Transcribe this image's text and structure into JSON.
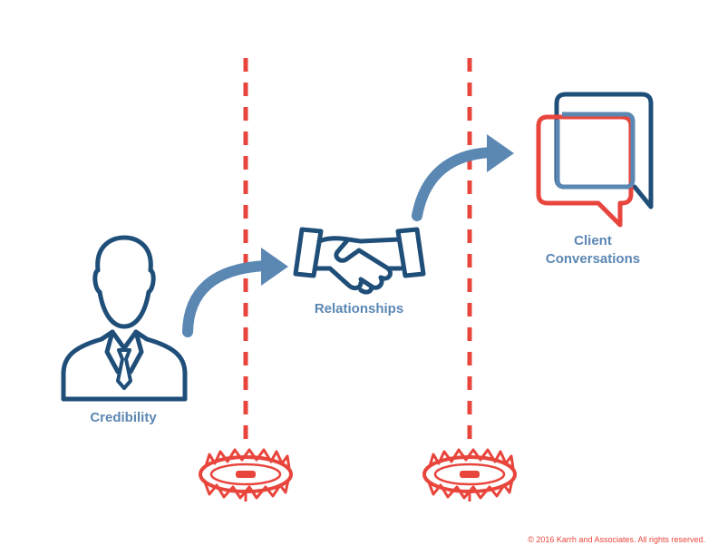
{
  "labels": {
    "credibility": "Credibility",
    "relationships": "Relationships",
    "client_line1": "Client",
    "client_line2": "Conversations"
  },
  "footer": {
    "copyright": "© 2016 Karrh and Associates. All rights reserved."
  },
  "colors": {
    "navy": "#1f4e79",
    "steel_blue": "#5b87b3",
    "red": "#e8453c"
  },
  "icons": [
    "person-icon",
    "handshake-icon",
    "chat-bubbles-icon",
    "bear-trap-icon",
    "arrow-icon"
  ]
}
